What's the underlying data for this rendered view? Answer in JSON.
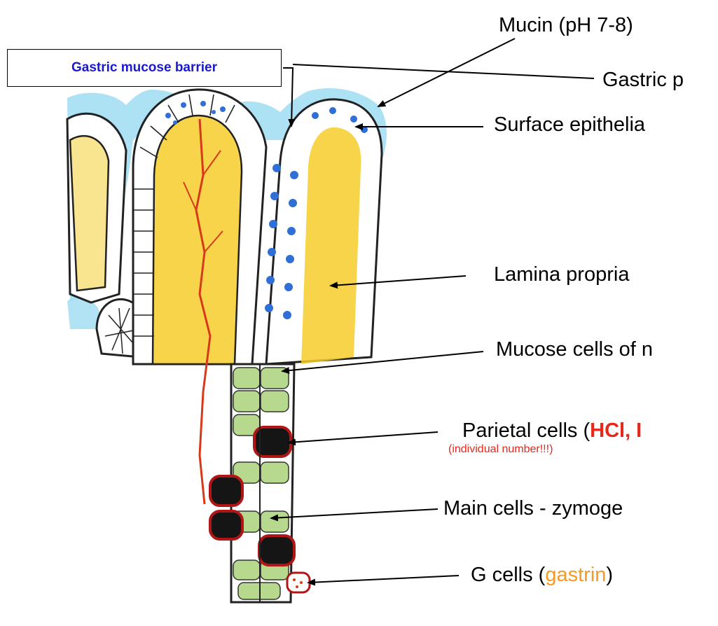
{
  "barrier_label": "Gastric mucose barrier",
  "labels": {
    "mucin": "Mucin (pH 7-8)",
    "gastric_pit": "Gastric p",
    "surface_epithelia": "Surface epithelia",
    "lamina_propria": "Lamina propria",
    "mucose_cells": "Mucose cells of n",
    "parietal_prefix": "Parietal cells (",
    "parietal_highlight": "HCl, I",
    "parietal_note": "(individual number!!!)",
    "main_cells": "Main cells - zymoge",
    "g_cells_prefix": "G cells (",
    "g_cells_highlight": "gastrin",
    "g_cells_suffix": ")"
  },
  "colors": {
    "mucus_blue": "#8fd3ee",
    "granule_blue": "#2f6fd6",
    "lamina_yellow": "#f7cc2a",
    "capillary_red": "#d63a1a",
    "parietal_black": "#151515",
    "parietal_outline": "#b01616",
    "zymogen_green": "#b7d98e",
    "barrier_text": "#1a1acc",
    "highlight_red": "#e8281a",
    "gastrin_orange": "#f59a23"
  }
}
